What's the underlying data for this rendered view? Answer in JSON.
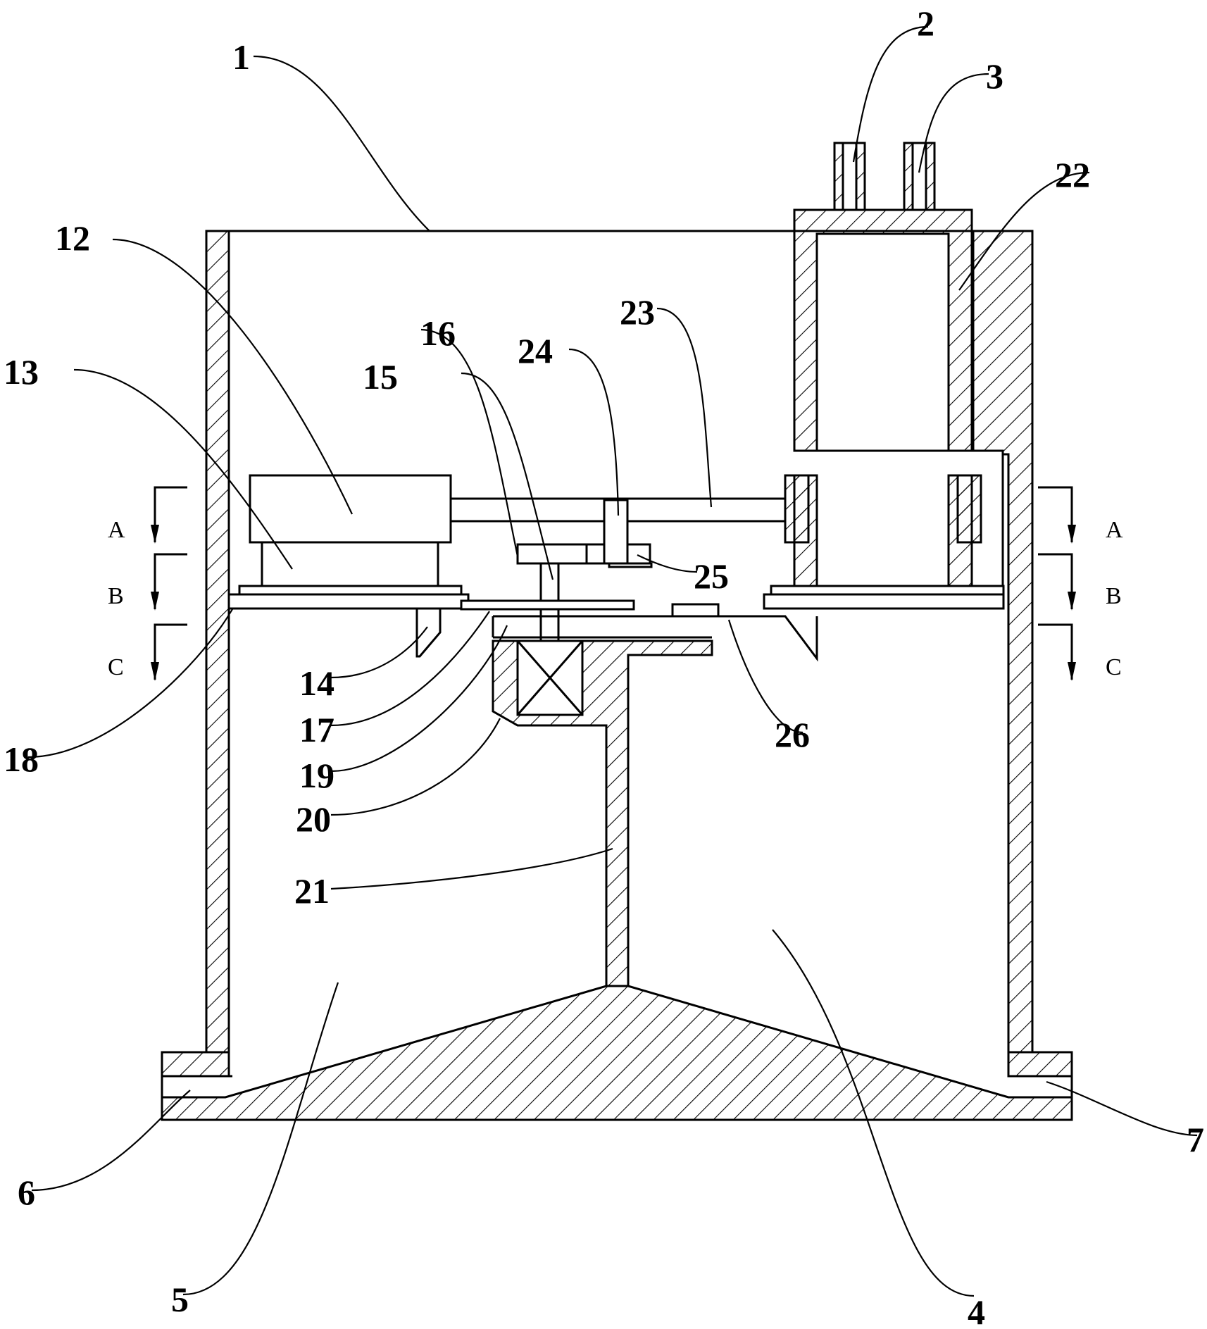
{
  "labels": {
    "l1": "1",
    "l2": "2",
    "l3": "3",
    "l4": "4",
    "l5": "5",
    "l6": "6",
    "l7": "7",
    "l12": "12",
    "l13": "13",
    "l14": "14",
    "l15": "15",
    "l16": "16",
    "l17": "17",
    "l18": "18",
    "l19": "19",
    "l20": "20",
    "l21": "21",
    "l22": "22",
    "l23": "23",
    "l24": "24",
    "l25": "25",
    "l26": "26"
  },
  "sections": {
    "a": "A",
    "b": "B",
    "c": "C"
  }
}
